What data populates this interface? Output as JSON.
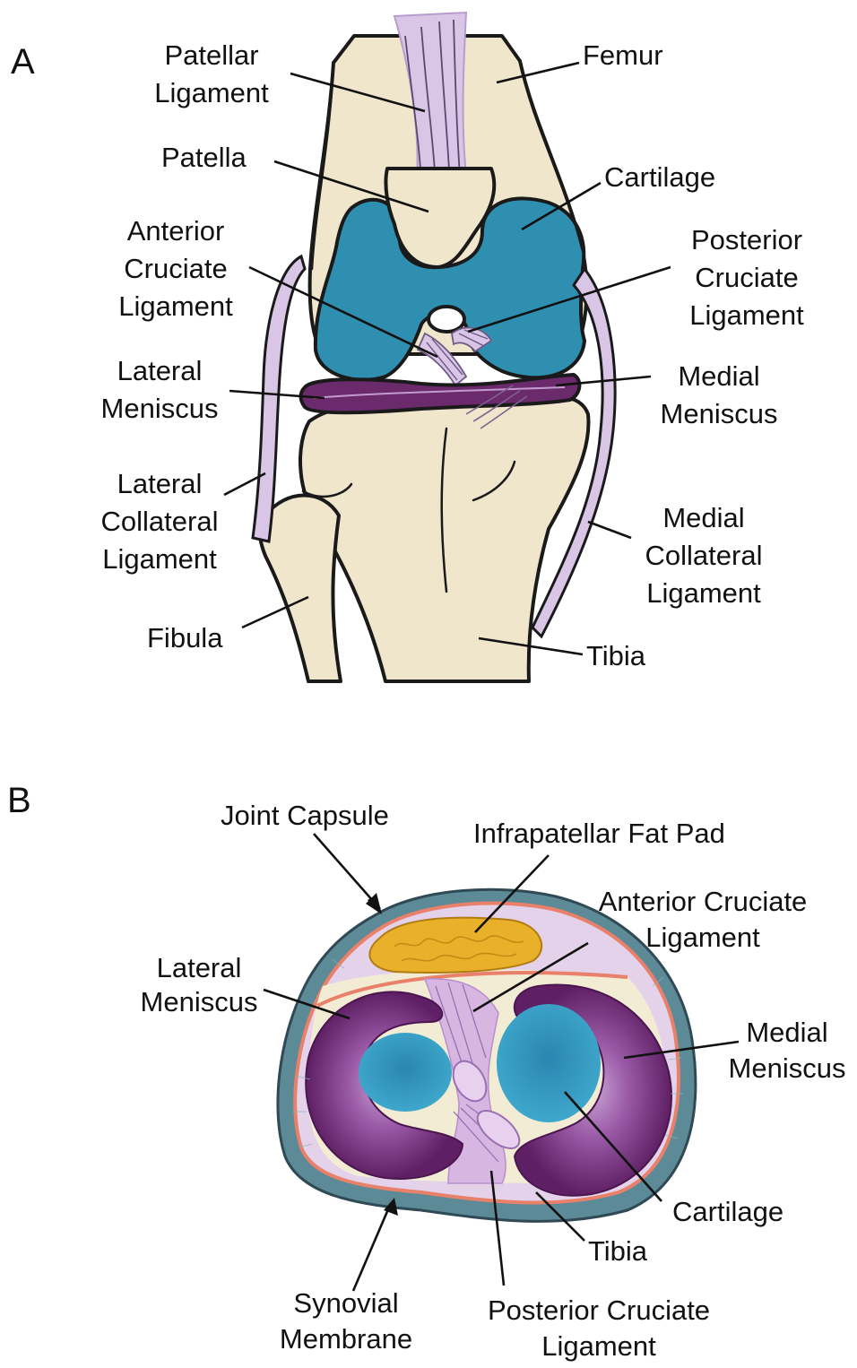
{
  "panel_a": {
    "letter": "A",
    "labels": {
      "patellar_ligament": [
        "Patellar",
        "Ligament"
      ],
      "femur": "Femur",
      "patella": "Patella",
      "cartilage": "Cartilage",
      "anterior_cruciate_ligament": [
        "Anterior",
        "Cruciate",
        "Ligament"
      ],
      "posterior_cruciate_ligament": [
        "Posterior",
        "Cruciate",
        "Ligament"
      ],
      "lateral_meniscus": [
        "Lateral",
        "Meniscus"
      ],
      "medial_meniscus": [
        "Medial",
        "Meniscus"
      ],
      "lateral_collateral_ligament": [
        "Lateral",
        "Collateral",
        "Ligament"
      ],
      "medial_collateral_ligament": [
        "Medial",
        "Collateral",
        "Ligament"
      ],
      "fibula": "Fibula",
      "tibia": "Tibia"
    }
  },
  "panel_b": {
    "letter": "B",
    "labels": {
      "joint_capsule": "Joint Capsule",
      "infrapatellar_fat_pad": "Infrapatellar Fat Pad",
      "anterior_cruciate_ligament": [
        "Anterior Cruciate",
        "Ligament"
      ],
      "lateral_meniscus": [
        "Lateral",
        "Meniscus"
      ],
      "medial_meniscus": [
        "Medial",
        "Meniscus"
      ],
      "cartilage": "Cartilage",
      "tibia": "Tibia",
      "synovial_membrane": [
        "Synovial",
        "Membrane"
      ],
      "posterior_cruciate_ligament": [
        "Posterior Cruciate",
        "Ligament"
      ]
    }
  },
  "colors": {
    "bone": "#efe6cc",
    "cartilage": "#2f8fb0",
    "meniscus": "#6b2a6b",
    "ligament": "#d9c6e6",
    "fat_pad": "#e9b02a",
    "capsule": "#5c8a96",
    "synovial": "#e8806a"
  }
}
